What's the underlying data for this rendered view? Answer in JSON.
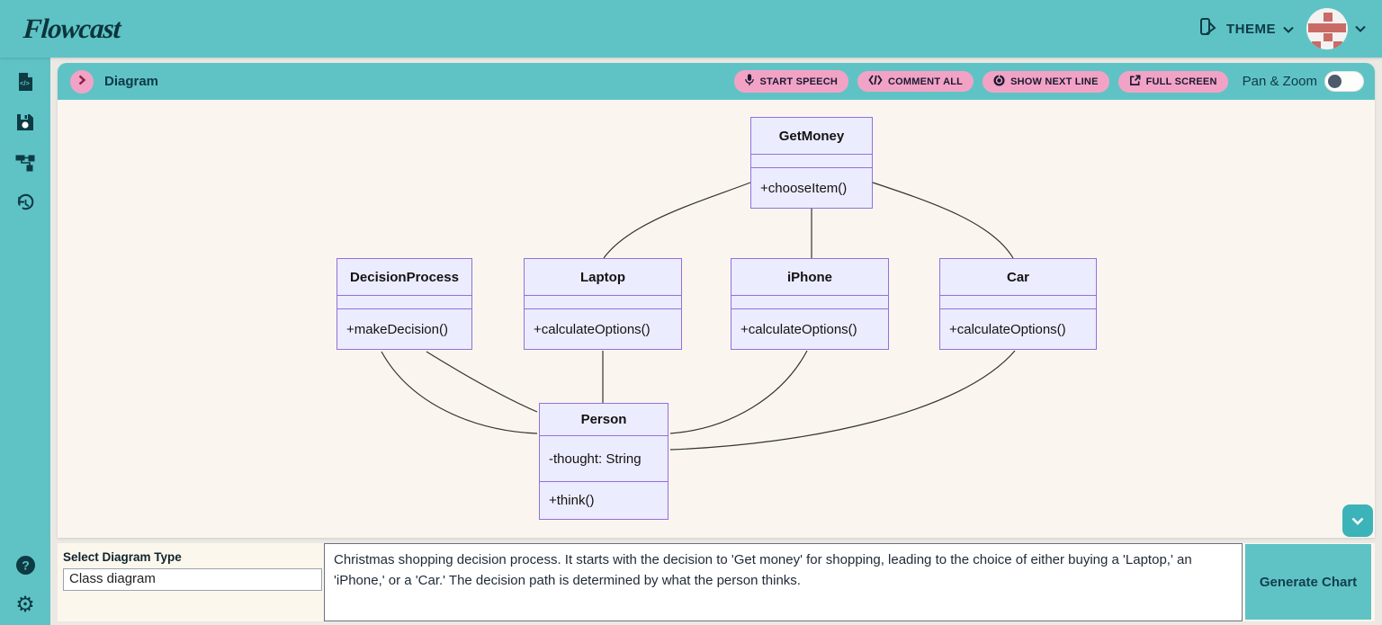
{
  "app": {
    "logo_text": "Flowcast"
  },
  "header": {
    "theme_label": "THEME"
  },
  "sidebar": {
    "icons": [
      "code-file",
      "save",
      "flowchart",
      "history",
      "help",
      "settings"
    ]
  },
  "panel": {
    "title": "Diagram",
    "toolbar": {
      "start_speech": "START SPEECH",
      "comment_all": "COMMENT ALL",
      "show_next_line": "SHOW NEXT LINE",
      "full_screen": "FULL SCREEN",
      "pan_zoom_label": "Pan & Zoom",
      "pan_zoom_on": false
    }
  },
  "uml": {
    "classes": [
      {
        "name": "GetMoney",
        "attributes": [],
        "methods": [
          "+chooseItem()"
        ]
      },
      {
        "name": "DecisionProcess",
        "attributes": [],
        "methods": [
          "+makeDecision()"
        ]
      },
      {
        "name": "Laptop",
        "attributes": [],
        "methods": [
          "+calculateOptions()"
        ]
      },
      {
        "name": "iPhone",
        "attributes": [],
        "methods": [
          "+calculateOptions()"
        ]
      },
      {
        "name": "Car",
        "attributes": [],
        "methods": [
          "+calculateOptions()"
        ]
      },
      {
        "name": "Person",
        "attributes": [
          "-thought: String"
        ],
        "methods": [
          "+think()"
        ]
      }
    ],
    "relations": [
      {
        "from": "GetMoney",
        "to": "Laptop"
      },
      {
        "from": "GetMoney",
        "to": "iPhone"
      },
      {
        "from": "GetMoney",
        "to": "Car"
      },
      {
        "from": "Laptop",
        "to": "Person"
      },
      {
        "from": "DecisionProcess",
        "to": "Person"
      },
      {
        "from": "DecisionProcess",
        "to": "Person"
      },
      {
        "from": "iPhone",
        "to": "Person"
      },
      {
        "from": "Car",
        "to": "Person"
      }
    ]
  },
  "form": {
    "select_label": "Select Diagram Type",
    "select_value": "Class diagram",
    "prompt_text": "Christmas shopping decision process. It starts with the decision to 'Get money' for shopping, leading to the choice of either buying a 'Laptop,' an 'iPhone,' or a 'Car.' The decision path is determined by what the person thinks.",
    "generate_label": "Generate Chart"
  },
  "colors": {
    "teal": "#5FC3C6",
    "pink": "#F2A3C5",
    "class_fill": "#ECECFF",
    "class_border": "#9370DB",
    "canvas_bg": "#FAF6EF",
    "dark": "#0E3A44",
    "avatar_accent": "#C96B66"
  }
}
